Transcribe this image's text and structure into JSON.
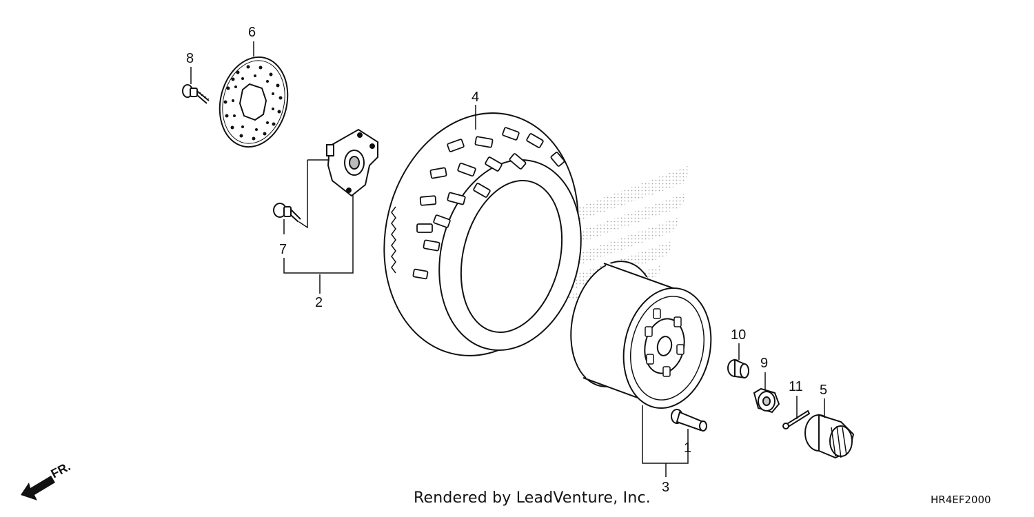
{
  "callouts": {
    "c1": "1",
    "c2": "2",
    "c3": "3",
    "c4": "4",
    "c5": "5",
    "c6": "6",
    "c7": "7",
    "c8": "8",
    "c9": "9",
    "c10": "10",
    "c11": "11"
  },
  "direction_label": "FR.",
  "footer": {
    "credit": "Rendered by LeadVenture, Inc.",
    "code": "HR4EF2000"
  },
  "colors": {
    "line": "#111111",
    "watermark": "#9a9a9a"
  }
}
